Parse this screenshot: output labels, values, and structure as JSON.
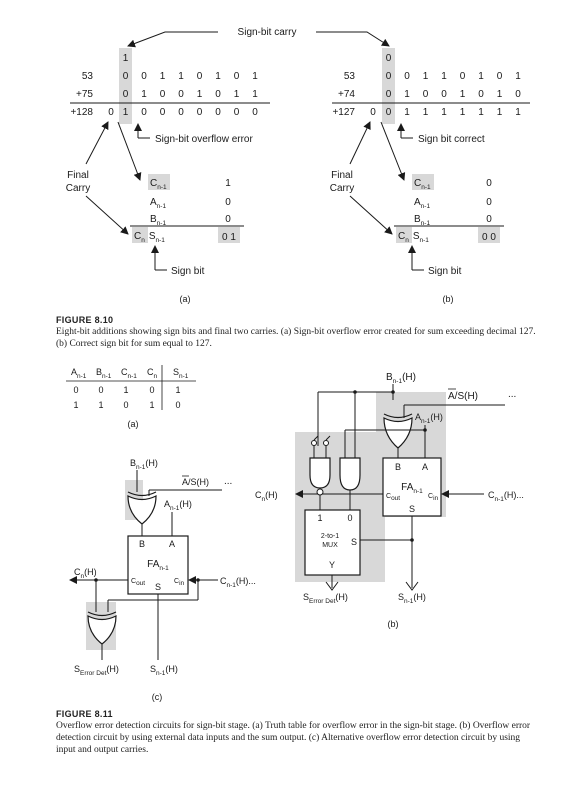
{
  "fig810": {
    "top_label": "Sign-bit carry",
    "a": {
      "rows": [
        {
          "label": "53",
          "bits": [
            "0",
            "0",
            "1",
            "1",
            "0",
            "1",
            "0",
            "1"
          ]
        },
        {
          "label": "+75",
          "bits": [
            "0",
            "1",
            "0",
            "0",
            "1",
            "0",
            "1",
            "1"
          ]
        },
        {
          "label": "+128",
          "bits": [
            "1",
            "0",
            "0",
            "0",
            "0",
            "0",
            "0",
            "0"
          ]
        }
      ],
      "carry_bit": "1",
      "final_carry": "0",
      "note": "Sign-bit overflow error",
      "final_label_1": "Final",
      "final_label_2": "Carry",
      "c_val": "1",
      "a_val": "0",
      "b_val": "0",
      "sum_val": "0 1",
      "sign_bit": "Sign bit",
      "tag": "(a)"
    },
    "b": {
      "rows": [
        {
          "label": "53",
          "bits": [
            "0",
            "0",
            "1",
            "1",
            "0",
            "1",
            "0",
            "1"
          ]
        },
        {
          "label": "+74",
          "bits": [
            "0",
            "1",
            "0",
            "0",
            "1",
            "0",
            "1",
            "0"
          ]
        },
        {
          "label": "+127",
          "bits": [
            "0",
            "1",
            "1",
            "1",
            "1",
            "1",
            "1",
            "1"
          ]
        }
      ],
      "carry_bit": "0",
      "final_carry": "0",
      "note": "Sign bit correct",
      "final_label_1": "Final",
      "final_label_2": "Carry",
      "c_val": "0",
      "a_val": "0",
      "b_val": "0",
      "sum_val": "0 0",
      "sign_bit": "Sign bit",
      "tag": "(b)"
    },
    "caption_title": "FIGURE 8.10",
    "caption_text": "Eight-bit additions showing sign bits and final two carries. (a) Sign-bit overflow error created for sum exceeding decimal 127. (b) Correct sign bit for sum equal to 127."
  },
  "fig811": {
    "truth_table": {
      "headers": [
        "A",
        "B",
        "C",
        "C",
        "S"
      ],
      "subs": [
        "n-1",
        "n-1",
        "n-1",
        "n",
        "n-1"
      ],
      "rows": [
        [
          "0",
          "0",
          "1",
          "0",
          "1"
        ],
        [
          "1",
          "1",
          "0",
          "1",
          "0"
        ]
      ],
      "tag": "(a)"
    },
    "b": {
      "bn1": "B",
      "bn1_sub": "n-1",
      "bn1_h": "(H)",
      "as": "A/S(H)",
      "an1": "A",
      "an1_sub": "n-1",
      "an1_h": "(H)",
      "fa": "FA",
      "fa_sub": "n-1",
      "pin_b": "B",
      "pin_a": "A",
      "cout": "C",
      "cout_sub": "out",
      "cin": "C",
      "cin_sub": "in",
      "s": "S",
      "cn": "C",
      "cn_sub": "n",
      "cn_h": "(H)",
      "cn1": "C",
      "cn1_sub": "n-1",
      "cn1_h": "(H)",
      "mux1": "2-to-1",
      "mux2": "MUX",
      "mux_s": "S",
      "mux_y": "Y",
      "mux_1": "1",
      "mux_0": "0",
      "serr": "S",
      "serr_sub": "Error Det",
      "serr_h": "(H)",
      "sn1": "S",
      "sn1_sub": "n-1",
      "sn1_h": "(H)",
      "dots": "...",
      "tag": "(b)"
    },
    "c": {
      "bn1": "B",
      "bn1_sub": "n-1",
      "bn1_h": "(H)",
      "as": "A/S(H)",
      "an1": "A",
      "an1_sub": "n-1",
      "an1_h": "(H)",
      "fa": "FA",
      "fa_sub": "n-1",
      "pin_b": "B",
      "pin_a": "A",
      "cout": "C",
      "cout_sub": "out",
      "cin": "C",
      "cin_sub": "in",
      "s": "S",
      "cn": "C",
      "cn_sub": "n",
      "cn_h": "(H)",
      "cn1": "C",
      "cn1_sub": "n-1",
      "cn1_h": "(H)",
      "serr": "S",
      "serr_sub": "Error Det",
      "serr_h": "(H)",
      "sn1": "S",
      "sn1_sub": "n-1",
      "sn1_h": "(H)",
      "dots": "...",
      "tag": "(c)"
    },
    "caption_title": "FIGURE 8.11",
    "caption_text": "Overflow error detection circuits for sign-bit stage. (a) Truth table for overflow error in the sign-bit stage. (b) Overflow error detection circuit by using external data inputs and the sum output. (c) Alternative overflow error detection circuit by using input and output carries."
  },
  "colors": {
    "shade": "#d8d8d8",
    "ink": "#1a1a1a"
  }
}
